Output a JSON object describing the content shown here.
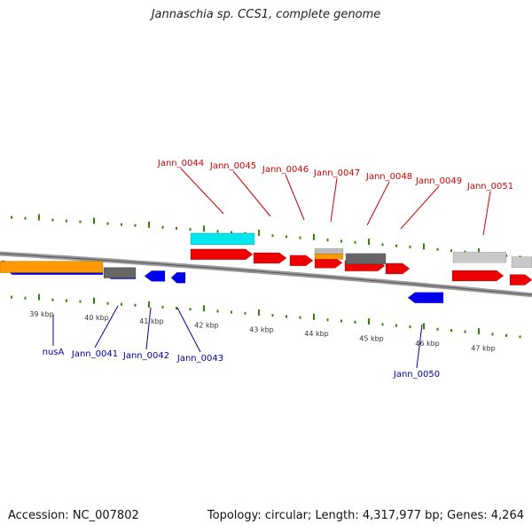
{
  "title": "Jannaschia sp. CCS1, complete genome",
  "footer": {
    "accession": "Accession: NC_007802",
    "stats": "Topology: circular; Length: 4,317,977 bp; Genes: 4,264"
  },
  "colors": {
    "forward_label": "#cc0000",
    "reverse_label": "#000099",
    "tick": "#2e8b00",
    "backbone": "#888888"
  },
  "kbp_ticks": [
    "39 kbp",
    "40 kbp",
    "41 kbp",
    "42 kbp",
    "43 kbp",
    "44 kbp",
    "45 kbp",
    "46 kbp",
    "47 kbp"
  ],
  "top_labels": [
    "Jann_0044",
    "Jann_0045",
    "Jann_0046",
    "Jann_0047",
    "Jann_0048",
    "Jann_0049",
    "Jann_0051"
  ],
  "bottom_labels": [
    "nusA",
    "Jann_0041",
    "Jann_0042",
    "Jann_0043",
    "Jann_0050"
  ]
}
